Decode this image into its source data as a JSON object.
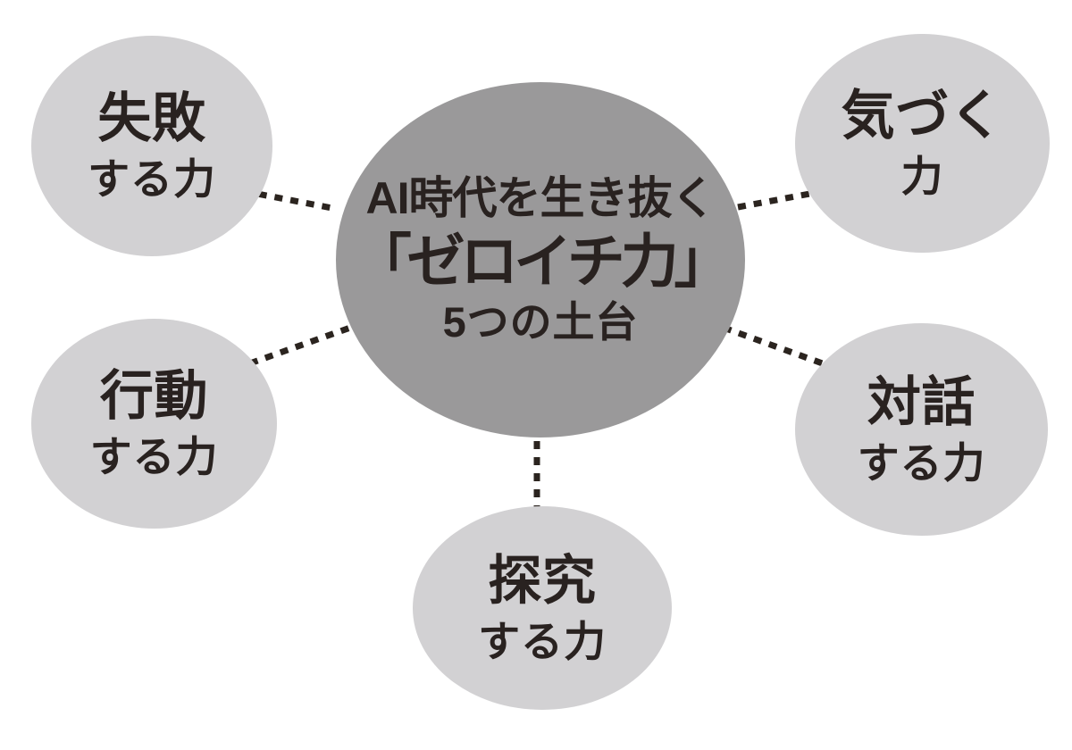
{
  "diagram": {
    "center": {
      "line1": "AI時代を生き抜く",
      "line2": "「ゼロイチ力」",
      "line3": "5つの土台"
    },
    "nodes": [
      {
        "id": "fail",
        "title": "失敗",
        "subtitle": "する力"
      },
      {
        "id": "notice",
        "title": "気づく",
        "subtitle": "力"
      },
      {
        "id": "action",
        "title": "行動",
        "subtitle": "する力"
      },
      {
        "id": "dialogue",
        "title": "対話",
        "subtitle": "する力"
      },
      {
        "id": "explore",
        "title": "探究",
        "subtitle": "する力"
      }
    ],
    "colors": {
      "background": "#ffffff",
      "center_fill": "#9a999a",
      "node_fill": "#d2d1d3",
      "text": "#292220",
      "connector": "#2b241f"
    }
  }
}
